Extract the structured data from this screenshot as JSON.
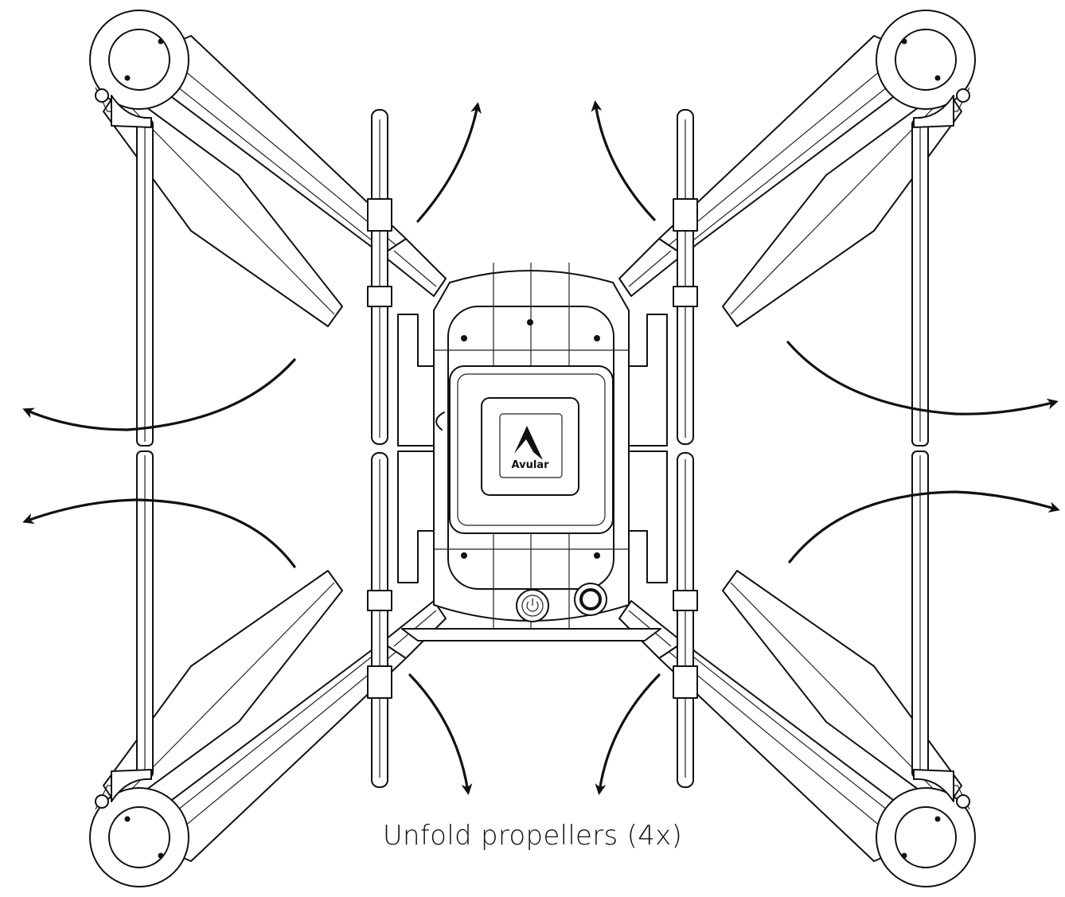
{
  "caption": "Unfold propellers (4x)",
  "logo": {
    "text": "Avular",
    "icon": "avular-logo-icon"
  },
  "drone": {
    "motor_count": 4,
    "power_button_icon": "power-icon"
  },
  "colors": {
    "line": "#111111",
    "background": "#ffffff"
  }
}
